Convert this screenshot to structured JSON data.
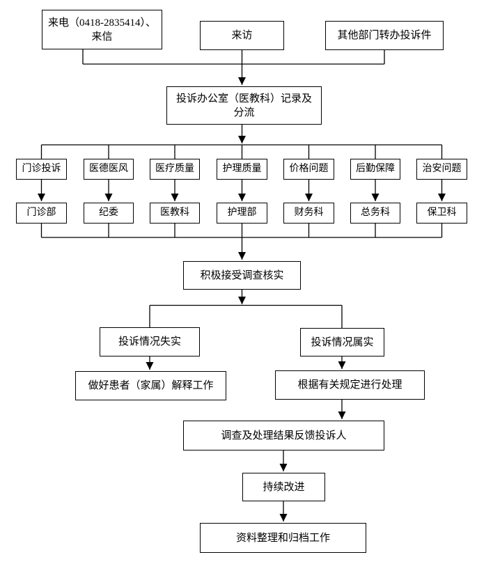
{
  "flow": {
    "sources": [
      {
        "line1": "来电（0418-2835414）、",
        "line2": "来信"
      },
      {
        "label": "来访"
      },
      {
        "label": "其他部门转办投诉件"
      }
    ],
    "intake": {
      "line1": "投诉办公室（医教科）记录及",
      "line2": "分流"
    },
    "branches": [
      {
        "category": "门诊投诉",
        "department": "门诊部"
      },
      {
        "category": "医德医风",
        "department": "纪委"
      },
      {
        "category": "医疗质量",
        "department": "医教科"
      },
      {
        "category": "护理质量",
        "department": "护理部"
      },
      {
        "category": "价格问题",
        "department": "财务科"
      },
      {
        "category": "后勤保障",
        "department": "总务科"
      },
      {
        "category": "治安问题",
        "department": "保卫科"
      }
    ],
    "verify": {
      "label": "积极接受调查核实"
    },
    "outcomes": [
      {
        "label": "投诉情况失实",
        "action": "做好患者（家属）解释工作"
      },
      {
        "label": "投诉情况属实",
        "action": "根据有关规定进行处理"
      }
    ],
    "feedback": {
      "label": "调查及处理结果反馈投诉人"
    },
    "improve": {
      "label": "持续改进"
    },
    "archive": {
      "label": "资料整理和归档工作"
    }
  },
  "colors": {
    "line": "#000000",
    "border": "#000000",
    "box_fill": "#ffffff",
    "text": "#000000",
    "page_bg": "#ffffff"
  }
}
